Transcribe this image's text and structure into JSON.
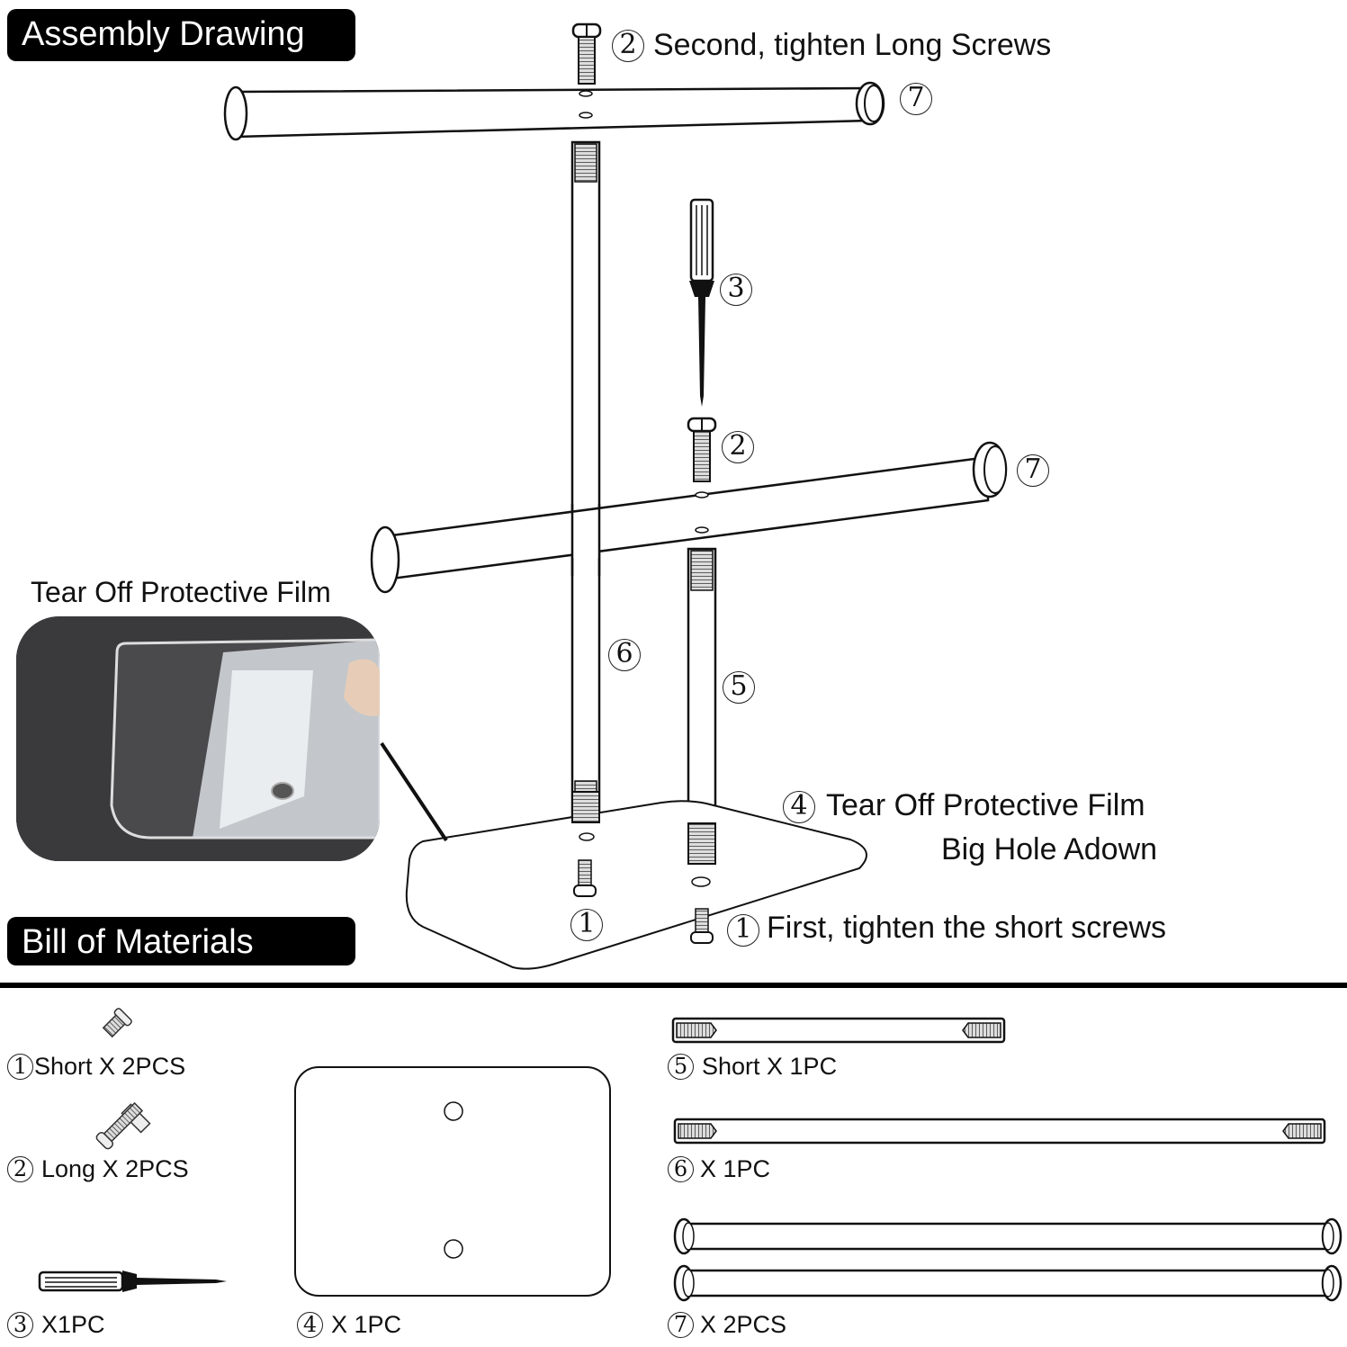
{
  "header": {
    "assembly_title": "Assembly Drawing",
    "bom_title": "Bill of Materials"
  },
  "callouts": {
    "step2_long": "Second, tighten Long Screws",
    "tear_film_photo": "Tear Off Protective Film",
    "tear_film_base": "Tear Off Protective Film",
    "big_hole": "Big Hole Adown",
    "step1_short": "First, tighten the short screws"
  },
  "markers": {
    "m1": "1",
    "m2": "2",
    "m3": "3",
    "m4": "4",
    "m5": "5",
    "m6": "6",
    "m7": "7"
  },
  "bom": {
    "item1": "Short X 2PCS",
    "item2": "Long X 2PCS",
    "item3": "X1PC",
    "item4": "X 1PC",
    "item5": "Short X 1PC",
    "item6": "X 1PC",
    "item7": "X 2PCS"
  },
  "colors": {
    "ink": "#111111",
    "badge": "#000000",
    "photo_bg": "#3d3d3f"
  }
}
